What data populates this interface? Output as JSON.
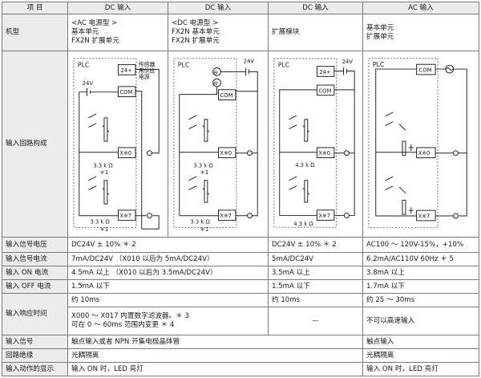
{
  "header": {
    "item": "项 目",
    "col1": "DC 输入",
    "col2": "DC 输入",
    "col3": "DC 输入",
    "col4": "AC 输入"
  },
  "model_row": {
    "label": "机型",
    "col1": [
      "<AC 电源型 >",
      "基本单元",
      "FX2N 扩展单元"
    ],
    "col2": [
      "<DC 电源型 >",
      "FX2N 基本单元",
      "FX2N 扩展单元"
    ],
    "col3": [
      "扩展模块"
    ],
    "col4": [
      "基本单元",
      "扩展单元"
    ]
  },
  "circuit_row": {
    "label": "输入回路构成",
    "col1": {
      "plc": "PLC",
      "v24": "24V",
      "plus": "24+",
      "com": "COM",
      "x0": "X※0",
      "x7": "X※7",
      "r1": "3.3 k Ω",
      "n1": "＊1",
      "r2": "3.3 k Ω",
      "n2": "＊1",
      "side1": "传感器",
      "side2": "用供给",
      "side3": "电源"
    },
    "col2": {
      "plc": "PLC",
      "v24": "24V",
      "minus1": "⊖",
      "minus2": "⊖",
      "com": "COM",
      "x0": "X※0",
      "x7": "X※7",
      "r1": "3.3 k Ω",
      "n1": "＊1",
      "r2": "3.3 k Ω",
      "n2": "＊1"
    },
    "col3": {
      "plc": "PLC",
      "v24": "24V",
      "plus": "24+",
      "com": "COM",
      "x0": "X※0",
      "x7": "X※7",
      "r1": "4.3 k Ω",
      "r2": "4.3 k Ω"
    },
    "col4": {
      "plc": "PLC",
      "com": "COM",
      "x0": "X※0",
      "x7": "X※7"
    }
  },
  "rows": [
    {
      "label": "输入信号电压",
      "col1": "DC24V ± 10% ＊ 2",
      "col3": "DC24V ± 10% ＊ 2",
      "col4": "AC100 ～ 120V-15%，+10%"
    },
    {
      "label": "输入信号电流",
      "col1": "7mA/DC24V （X010 以后为 5mA/DC24V）",
      "col3": "5mA/DC24V",
      "col4": "6.2mA/AC110V 60Hz ＊ 5"
    },
    {
      "label": "输入 ON 电流",
      "col1": "4.5mA 以上 （X010 以后为 3.5mA/DC24V）",
      "col3": "3.5mA 以上",
      "col4": "3.8mA 以上"
    },
    {
      "label": "输入 OFF 电流",
      "col1": "1.5mA 以下",
      "col3": "1.5mA 以下",
      "col4": "1.7mA 以下"
    }
  ],
  "response_row": {
    "label": "输入响应时间",
    "col1_line1": "约 10ms",
    "col1_line2": "X000 ～ X017 内置数字滤波器。＊ 3",
    "col1_line3": "可在 0 ～ 60ms 范围内变更 ＊ 4",
    "col3_line1": "约 10ms",
    "col3_line2": "—",
    "col4_line1": "约 25 ～ 30ms",
    "col4_line2": "不可以高速输入"
  },
  "tail_rows": [
    {
      "label": "输入信号",
      "left": "触点输入或者 NPN 开集电极晶体管",
      "right": "触点输入"
    },
    {
      "label": "回路绝缘",
      "left": "光耦隔离",
      "right": "光耦隔离"
    },
    {
      "label": "输入动作的显示",
      "left": "输入 ON 时，LED 亮灯",
      "right": "输入 ON 时，LED 亮灯"
    }
  ]
}
